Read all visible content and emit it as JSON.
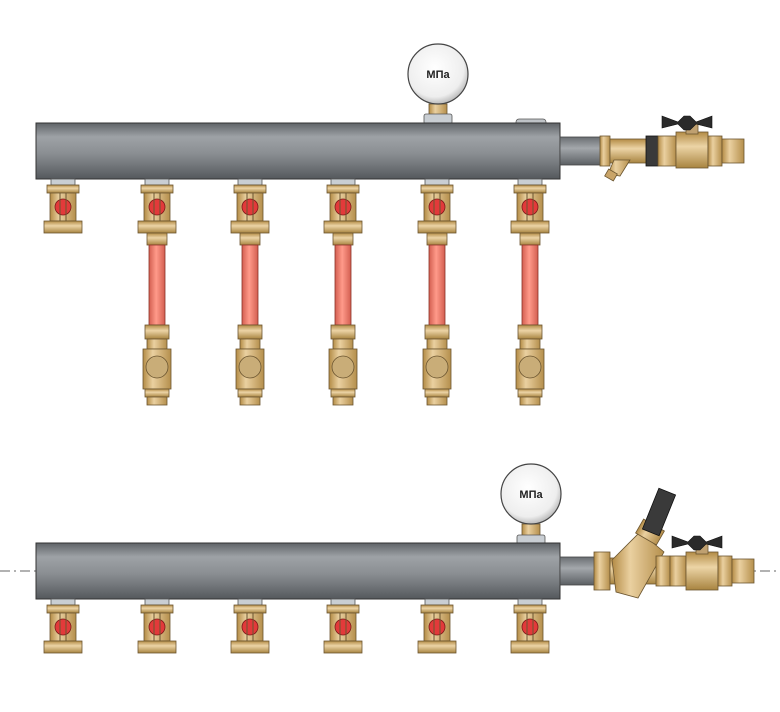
{
  "gauge_label": "МПа",
  "colors": {
    "pipe": "#8d9196",
    "pipe_dark": "#5d6165",
    "brass": "#d9b77e",
    "brass_dark": "#a88440",
    "copper": "#f07f70",
    "valve_red": "#e23a3a",
    "handle": "#2a2a2a"
  },
  "icons": [
    "pressure-gauge-icon",
    "ball-valve-icon",
    "strainer-icon",
    "pressure-reducer-icon",
    "flow-valve-icon"
  ],
  "assemblies": [
    {
      "id": "manifold-top",
      "outlets": 6,
      "outlets_with_pipes": 5,
      "inlet": "ball-valve-with-y-strainer"
    },
    {
      "id": "manifold-bottom",
      "outlets": 6,
      "outlets_with_pipes": 0,
      "inlet": "ball-valve-with-pressure-reducer"
    }
  ]
}
